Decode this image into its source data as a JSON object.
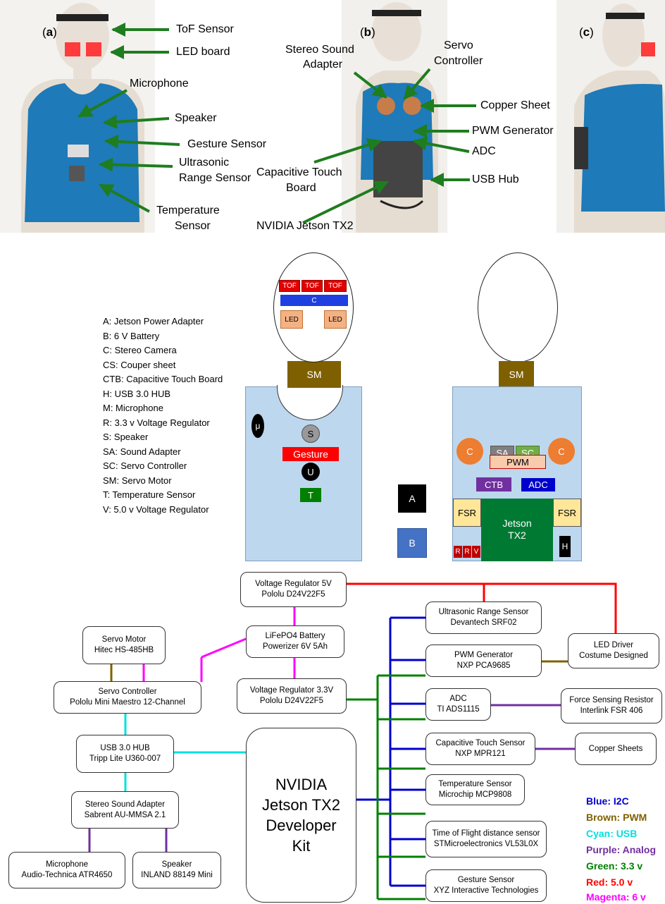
{
  "photos": {
    "panel_a": "a",
    "panel_b": "b",
    "panel_c": "c",
    "labels_a": [
      "ToF Sensor",
      "LED board",
      "Microphone",
      "Speaker",
      "Gesture Sensor",
      "Ultrasonic",
      "Range Sensor",
      "Temperature",
      "Sensor"
    ],
    "labels_b": [
      "Stereo Sound",
      "Adapter",
      "Servo",
      "Controller",
      "Copper Sheet",
      "PWM Generator",
      "ADC",
      "Capacitive Touch",
      "Board",
      "USB Hub",
      "NVIDIA Jetson TX2"
    ]
  },
  "abbreviations": [
    "A: Jetson Power Adapter",
    "B: 6 V Battery",
    "C: Stereo Camera",
    "CS: Couper sheet",
    "CTB: Capacitive Touch Board",
    "H: USB 3.0 HUB",
    "M: Microphone",
    "R: 3.3 v Voltage Regulator",
    "S: Speaker",
    "SA: Sound Adapter",
    "SC: Servo Controller",
    "SM: Servo Motor",
    "T: Temperature Sensor",
    "V: 5.0 v Voltage Regulator"
  ],
  "front_layout": {
    "tof": [
      "TOF",
      "TOF",
      "TOF"
    ],
    "camera": "C",
    "led": [
      "LED",
      "LED"
    ],
    "servo_motor": "SM",
    "mic": "μ",
    "speaker": "S",
    "gesture": "Gesture",
    "ultrasonic": "U",
    "temperature": "T"
  },
  "side_items": {
    "adapter": "A",
    "battery": "B"
  },
  "back_layout": {
    "servo_motor": "SM",
    "copper_left": "C",
    "copper_right": "C",
    "sound_adapter": "SA",
    "servo_controller": "SC",
    "pwm": "PWM",
    "ctb": "CTB",
    "adc": "ADC",
    "fsr_left": "FSR",
    "fsr_right": "FSR",
    "jetson_line1": "Jetson",
    "jetson_line2": "TX2",
    "hub": "H",
    "regs": [
      "R",
      "R",
      "V"
    ]
  },
  "blocks": {
    "vreg5": [
      "Voltage Regulator 5V",
      "Pololu D24V22F5"
    ],
    "battery": [
      "LiFePO4 Battery",
      "Powerizer 6V 5Ah"
    ],
    "vreg33": [
      "Voltage Regulator 3.3V",
      "Pololu D24V22F5"
    ],
    "servo_motor": [
      "Servo Motor",
      "Hitec HS-485HB"
    ],
    "servo_ctrl": [
      "Servo Controller",
      "Pololu Mini Maestro 12-Channel"
    ],
    "usb_hub": [
      "USB 3.0 HUB",
      "Tripp Lite U360-007"
    ],
    "sound_adapter": [
      "Stereo Sound Adapter",
      "Sabrent AU-MMSA 2.1"
    ],
    "microphone": [
      "Microphone",
      "Audio-Technica ATR4650"
    ],
    "speaker": [
      "Speaker",
      "INLAND 88149 Mini"
    ],
    "jetson": [
      "NVIDIA",
      "Jetson TX2",
      "Developer",
      "Kit"
    ],
    "ultrasonic": [
      "Ultrasonic Range Sensor",
      "Devantech SRF02"
    ],
    "pwm": [
      "PWM Generator",
      "NXP PCA9685"
    ],
    "adc": [
      "ADC",
      "TI ADS1115"
    ],
    "captouch": [
      "Capacitive Touch Sensor",
      "NXP MPR121"
    ],
    "temp": [
      "Temperature Sensor",
      "Microchip MCP9808"
    ],
    "tof": [
      "Time of Flight distance sensor",
      "STMicroelectronics VL53L0X"
    ],
    "gesture": [
      "Gesture Sensor",
      "XYZ Interactive Technologies"
    ],
    "led_driver": [
      "LED Driver",
      "Costume Designed"
    ],
    "fsr": [
      "Force Sensing Resistor",
      "Interlink FSR 406"
    ],
    "copper": [
      "Copper Sheets"
    ]
  },
  "legend": [
    {
      "text": "Blue: I2C",
      "color": "#0000cc"
    },
    {
      "text": "Brown: PWM",
      "color": "#806000"
    },
    {
      "text": "Cyan: USB",
      "color": "#00e0e0"
    },
    {
      "text": "Purple: Analog",
      "color": "#7030a0"
    },
    {
      "text": "Green: 3.3 v",
      "color": "#008000"
    },
    {
      "text": "Red: 5.0 v",
      "color": "#ff0000"
    },
    {
      "text": "Magenta: 6 v",
      "color": "#ff00ff"
    }
  ],
  "colors": {
    "arrow_green": "#1e7d1e",
    "vest_blue": "#1e7ab8",
    "body_blue": "#bdd7ee",
    "tof_red": "#e00000",
    "camera_blue": "#1f3fe0",
    "led_peach": "#f4b183",
    "sm_brown": "#7f6000",
    "jetson_green": "#007a33",
    "copper_orange": "#ed7d31",
    "fsr_yellow": "#ffe699"
  }
}
